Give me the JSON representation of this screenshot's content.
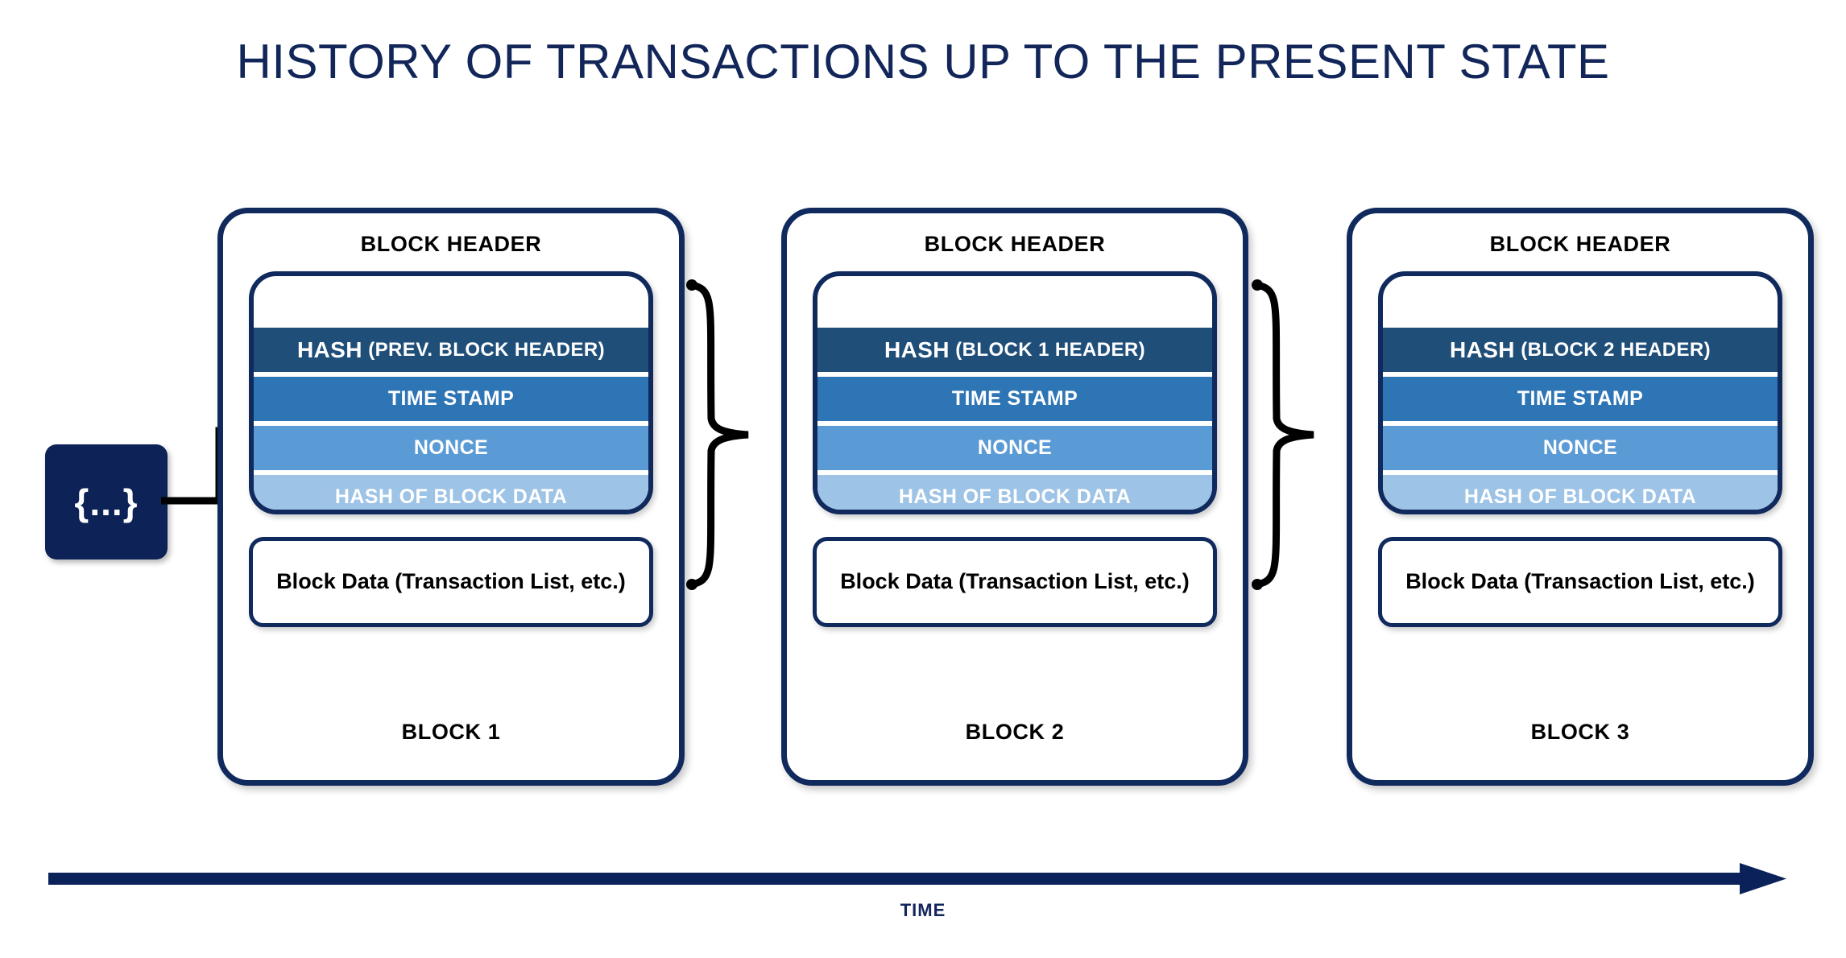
{
  "title": "HISTORY OF TRANSACTIONS UP TO THE PRESENT STATE",
  "genesis": {
    "glyph": "{...}"
  },
  "field_labels": {
    "time_stamp": "TIME STAMP",
    "nonce": "NONCE",
    "hash_of_block_data": "HASH OF BLOCK DATA",
    "hash_prefix": "HASH"
  },
  "block_data_text": "Block Data (Transaction List, etc.)",
  "header_label": "BLOCK HEADER",
  "blocks": [
    {
      "name": "BLOCK 1",
      "header_label": "BLOCK HEADER",
      "hash_main": "HASH",
      "hash_detail": "(PREV. BLOCK HEADER)",
      "time_stamp": "TIME STAMP",
      "nonce": "NONCE",
      "hash_of_block_data": "HASH OF BLOCK DATA",
      "block_data": "Block Data (Transaction List, etc.)"
    },
    {
      "name": "BLOCK 2",
      "header_label": "BLOCK HEADER",
      "hash_main": "HASH",
      "hash_detail": "(BLOCK 1 HEADER)",
      "time_stamp": "TIME STAMP",
      "nonce": "NONCE",
      "hash_of_block_data": "HASH OF BLOCK DATA",
      "block_data": "Block Data (Transaction List, etc.)"
    },
    {
      "name": "BLOCK 3",
      "header_label": "BLOCK HEADER",
      "hash_main": "HASH",
      "hash_detail": "(BLOCK 2 HEADER)",
      "time_stamp": "TIME STAMP",
      "nonce": "NONCE",
      "hash_of_block_data": "HASH OF BLOCK DATA",
      "block_data": "Block Data (Transaction List, etc.)"
    }
  ],
  "time_axis": {
    "label": "TIME"
  },
  "colors": {
    "title": "#12265A",
    "outline": "#102A5E",
    "genesis_fill": "#0D2357",
    "band_hash": "#1F4E79",
    "band_time_stamp": "#2E75B6",
    "band_nonce": "#5B9BD5",
    "band_hash_of_block_data": "#9DC3E6",
    "connector": "#000000",
    "time_arrow": "#0A2159"
  }
}
